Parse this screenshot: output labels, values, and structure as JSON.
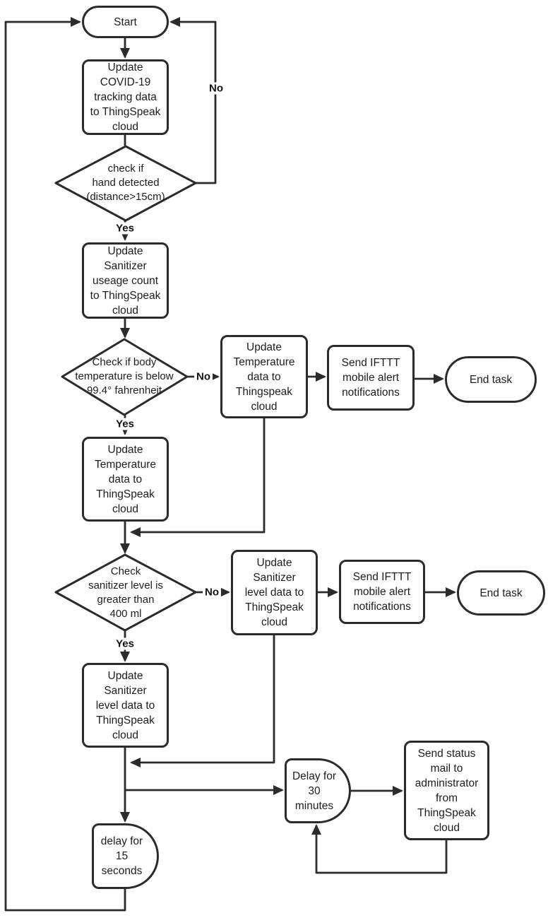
{
  "diagram": {
    "title": "COVID-19 sanitizer and temperature monitoring flowchart",
    "background_color": "#ffffff",
    "stroke_color": "#2b2b2b",
    "text_color": "#1d1d1d"
  },
  "nodes": {
    "start": {
      "type": "terminator",
      "label": "Start"
    },
    "update_covid": {
      "type": "process",
      "label": "Update\nCOVID-19\ntracking data\nto ThingSpeak\ncloud"
    },
    "check_hand": {
      "type": "decision",
      "label": "check if\nhand detected\n(distance>15cm)"
    },
    "update_usage": {
      "type": "process",
      "label": "Update\nSanitizer\nuseage count\nto ThingSpeak\ncloud"
    },
    "check_temp": {
      "type": "decision",
      "label": "Check if body\ntemperature is below\n99.4° fahrenheit"
    },
    "update_temp_alert": {
      "type": "process",
      "label": "Update\nTemperature\ndata to\nThingspeak\ncloud"
    },
    "send_ifttt_temp": {
      "type": "process",
      "label": "Send IFTTT\nmobile alert\nnotifications"
    },
    "end_task_temp": {
      "type": "terminator",
      "label": "End task"
    },
    "update_temp": {
      "type": "process",
      "label": "Update\nTemperature\ndata to\nThingSpeak\ncloud"
    },
    "check_level": {
      "type": "decision",
      "label": "Check\nsanitizer level is\ngreater than\n400 ml"
    },
    "update_level_alert": {
      "type": "process",
      "label": "Update\nSanitizer\nlevel data to\nThingSpeak\ncloud"
    },
    "send_ifttt_level": {
      "type": "process",
      "label": "Send IFTTT\nmobile alert\nnotifications"
    },
    "end_task_level": {
      "type": "terminator",
      "label": "End task"
    },
    "update_level": {
      "type": "process",
      "label": "Update\nSanitizer\nlevel data to\nThingSpeak\ncloud"
    },
    "delay_30": {
      "type": "delay",
      "label": "Delay for\n30 minutes"
    },
    "send_mail": {
      "type": "process",
      "label": "Send status\nmail to\nadministrator\nfrom\nThingSpeak\ncloud"
    },
    "delay_15": {
      "type": "delay",
      "label": "delay for\n15\nseconds"
    }
  },
  "branches": {
    "hand_no": "No",
    "hand_yes": "Yes",
    "temp_no": "No",
    "temp_yes": "Yes",
    "level_no": "No",
    "level_yes": "Yes"
  }
}
